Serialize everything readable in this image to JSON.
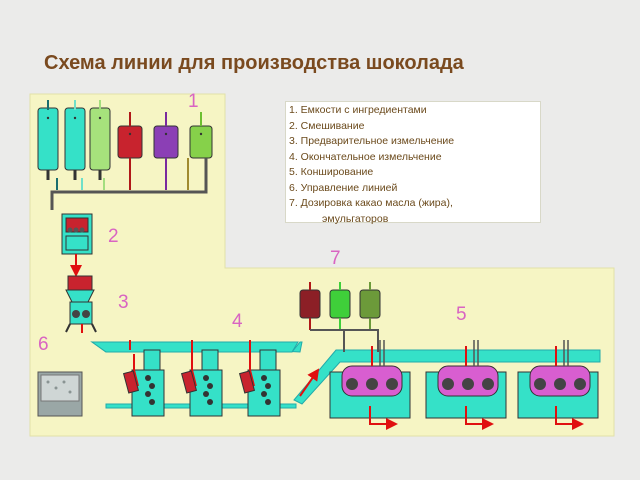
{
  "title": "Схема линии для производства шоколада",
  "legend": {
    "items": [
      "1. Емкости с ингредиентами",
      "2. Смешивание",
      "3. Предварительное измельчение",
      "4. Окончательное измельчение",
      "5. Конширование",
      "6. Управление линией",
      "7. Дозировка какао масла (жира),"
    ],
    "continuation": "эмульгаторов"
  },
  "station_numbers": [
    "1",
    "2",
    "3",
    "4",
    "5",
    "6",
    "7"
  ],
  "colors": {
    "background": "#f6f5c4",
    "machine_cyan": "#35e1c8",
    "conche_magenta": "#d85ed0",
    "number_pink": "#d964c2",
    "title_brown": "#7a4a1f",
    "pipe_red": "#e01010"
  }
}
